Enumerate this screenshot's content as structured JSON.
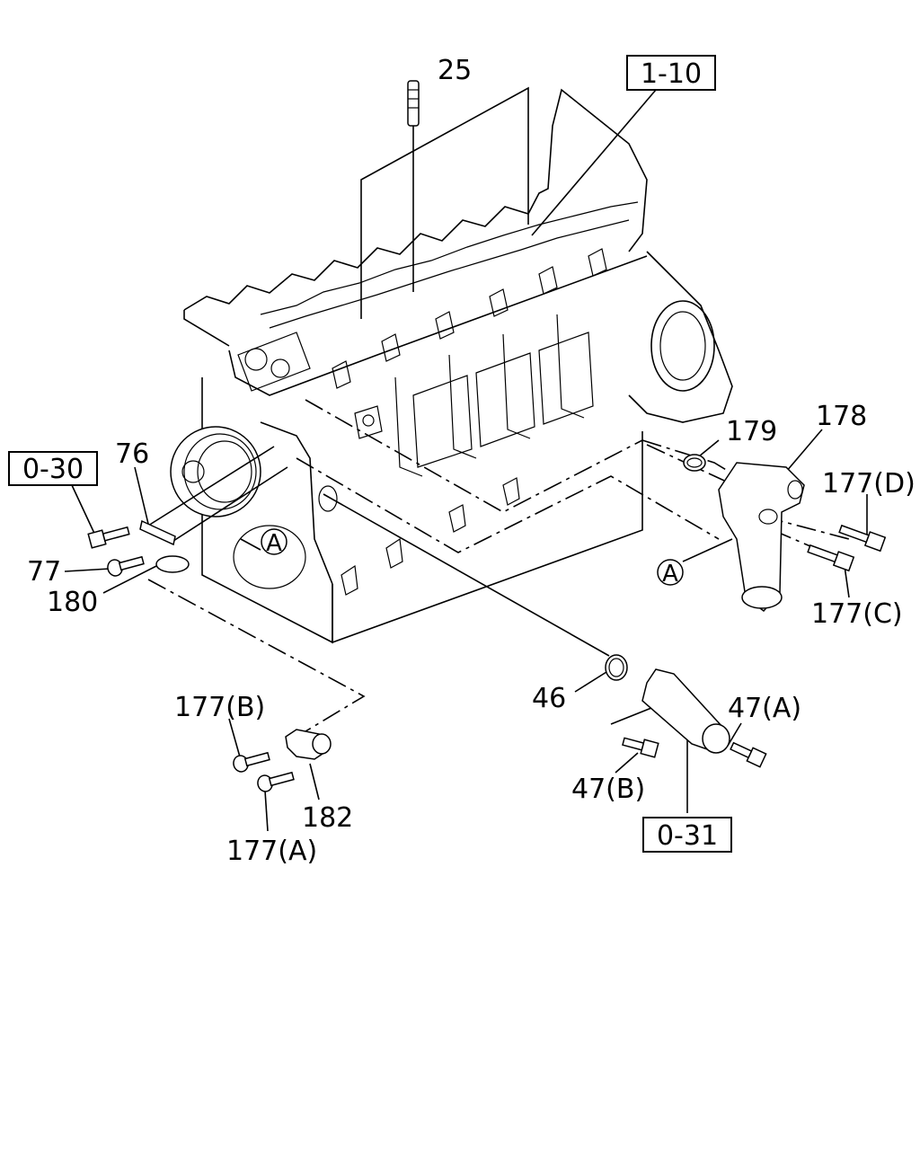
{
  "labels": {
    "p25": "25",
    "p1_10": "1-10",
    "p0_30": "0-30",
    "p76": "76",
    "p77": "77",
    "p180": "180",
    "p179": "179",
    "p178": "178",
    "p177d": "177(D)",
    "p177c": "177(C)",
    "pA_left": "A",
    "pA_right": "A",
    "p46": "46",
    "p47a": "47(A)",
    "p47b": "47(B)",
    "p0_31": "0-31",
    "p177b": "177(B)",
    "p182": "182",
    "p177a": "177(A)"
  }
}
